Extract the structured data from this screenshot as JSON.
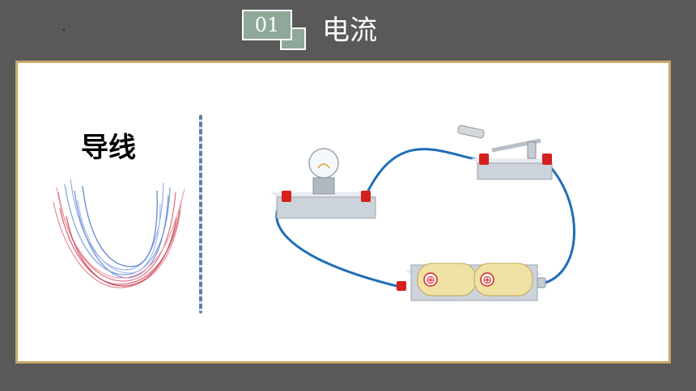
{
  "header": {
    "number": "01",
    "title": "电流"
  },
  "panel": {
    "left_label": "导线",
    "battery_symbol": "⊕"
  },
  "colors": {
    "background": "#595959",
    "panel_border": "#c9a96a",
    "wire": "#1f6db8",
    "badge": "#8fa89a"
  }
}
